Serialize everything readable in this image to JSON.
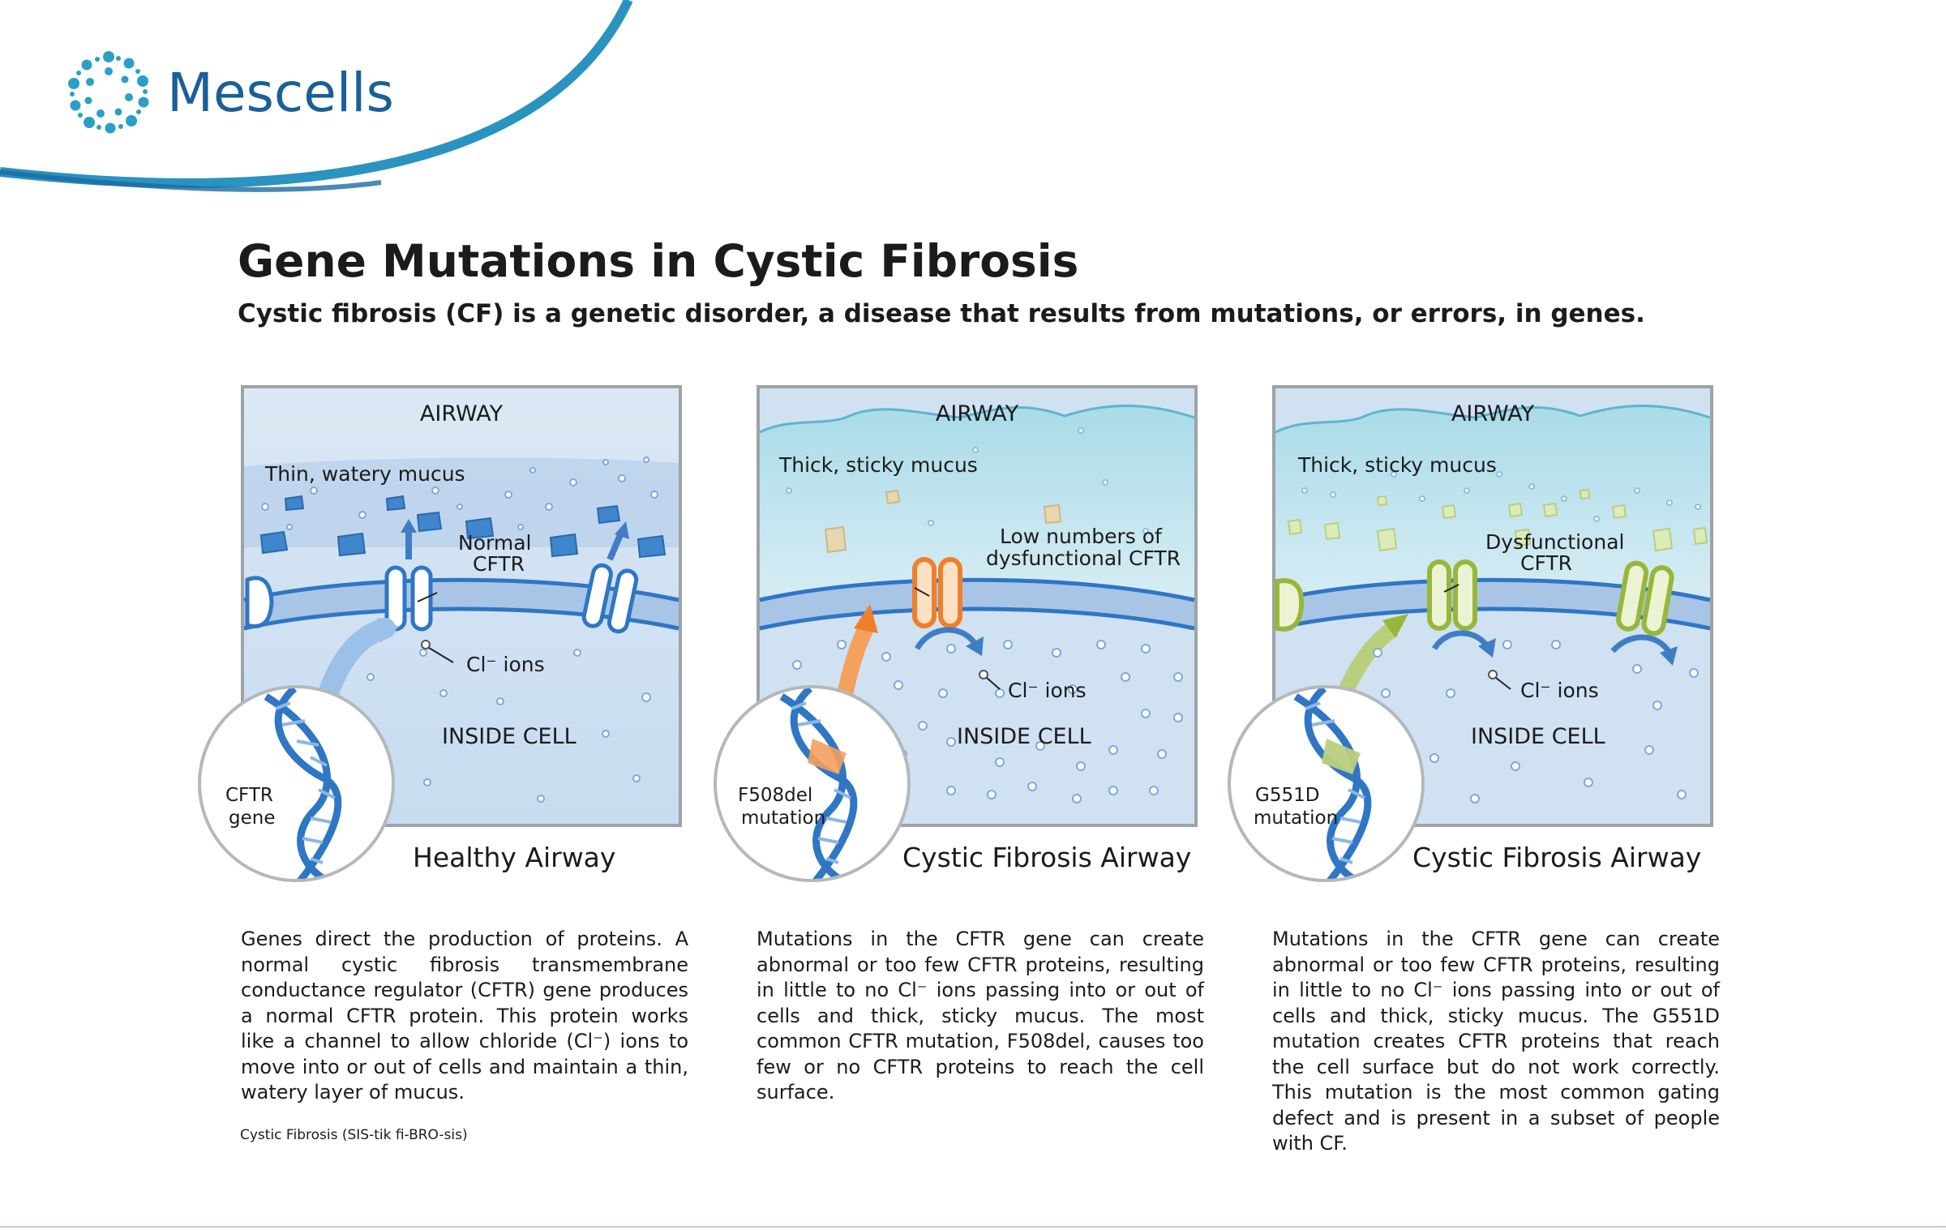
{
  "brand": {
    "name": "Mescells",
    "color": "#1a5f98",
    "accent": "#2a9fc7"
  },
  "title": "Gene Mutations in Cystic Fibrosis",
  "subtitle": "Cystic fibrosis (CF) is a genetic disorder, a disease that results from mutations, or errors, in genes.",
  "panels": [
    {
      "airway": "AIRWAY",
      "mucus": "Thin, watery mucus",
      "protein_line1": "Normal",
      "protein_line2": "CFTR",
      "ions": "Cl⁻ ions",
      "inside": "INSIDE CELL",
      "gene_line1": "CFTR",
      "gene_line2": "gene",
      "caption": "Healthy Airway",
      "channel_color": "#2f76c4",
      "description": "Genes direct the production of proteins. A normal cystic fibrosis transmembrane conductance regulator (CFTR) gene produces a normal CFTR protein. This protein works like a channel to allow chloride (Cl⁻) ions to move into or out of cells and maintain a thin, watery layer of mucus."
    },
    {
      "airway": "AIRWAY",
      "mucus": "Thick, sticky mucus",
      "protein_line1": "Low numbers of",
      "protein_line2": "dysfunctional CFTR",
      "ions": "Cl⁻ ions",
      "inside": "INSIDE CELL",
      "gene_line1": "F508del",
      "gene_line2": "mutation",
      "caption": "Cystic Fibrosis Airway",
      "channel_color": "#f07f2a",
      "description": "Mutations in the CFTR gene can create abnormal or too few CFTR proteins, resulting in little to no Cl⁻ ions passing into or out of cells and thick, sticky mucus. The most common CFTR mutation, F508del, causes too few or no CFTR proteins to reach the cell surface."
    },
    {
      "airway": "AIRWAY",
      "mucus": "Thick, sticky mucus",
      "protein_line1": "Dysfunctional",
      "protein_line2": "CFTR",
      "ions": "Cl⁻ ions",
      "inside": "INSIDE CELL",
      "gene_line1": "G551D",
      "gene_line2": "mutation",
      "caption": "Cystic Fibrosis Airway",
      "channel_color": "#97b73a",
      "description": "Mutations in the CFTR gene can create abnormal or too few CFTR proteins, resulting in little to no Cl⁻ ions passing into or out of cells and thick, sticky mucus. The G551D mutation creates CFTR proteins that reach the cell surface but do not work correctly. This mutation is the most common gating defect and is present in a subset of people with CF."
    }
  ],
  "pronunciation": "Cystic Fibrosis (SIS-tik fi-BRO-sis)"
}
